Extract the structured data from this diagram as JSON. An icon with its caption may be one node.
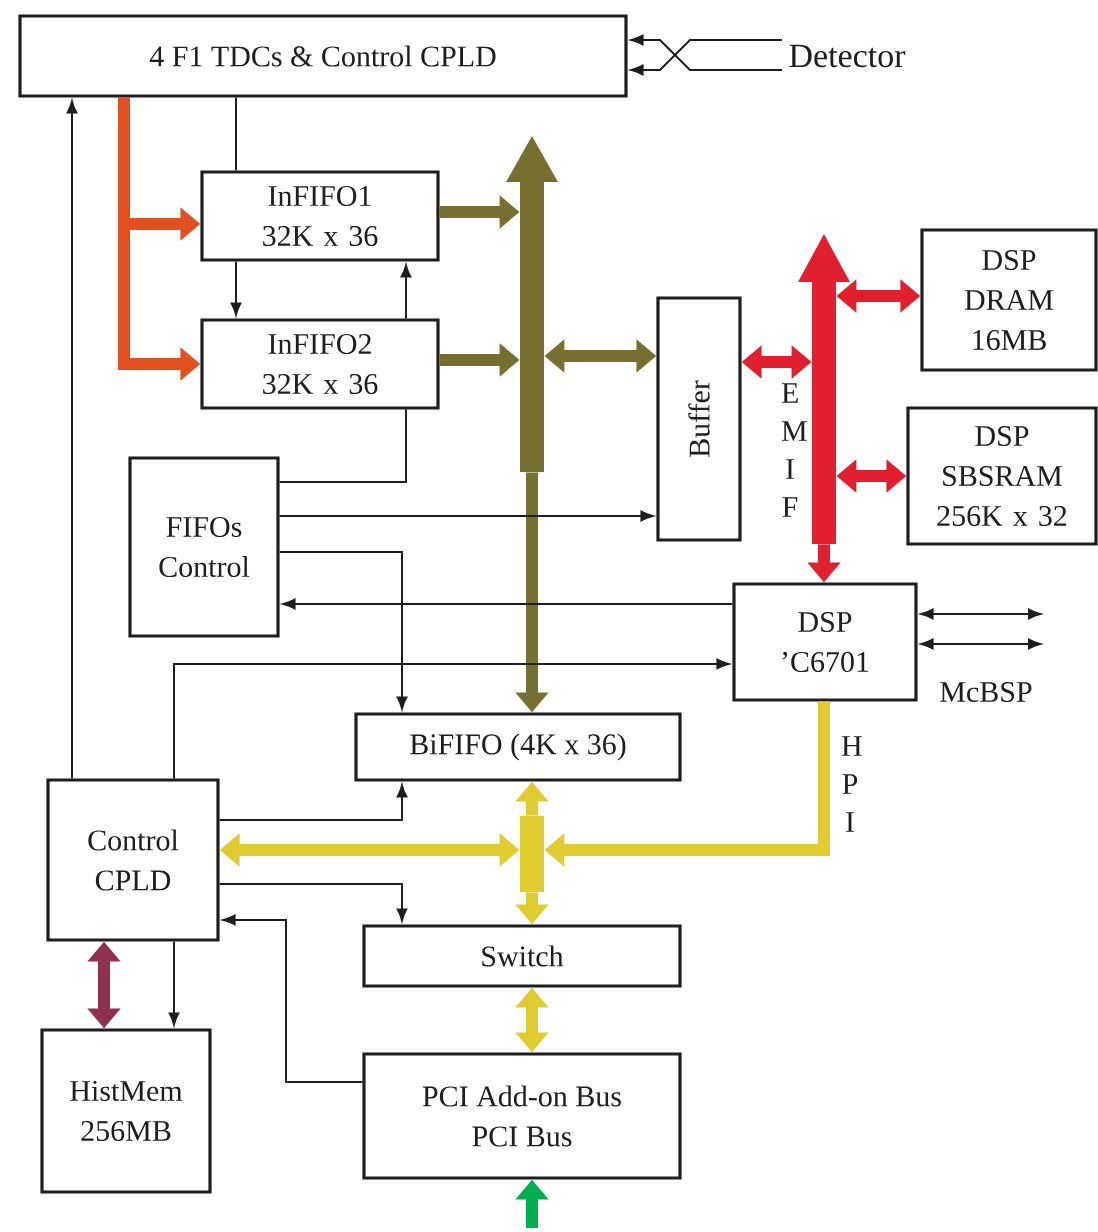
{
  "diagram": {
    "nodes": [
      {
        "text": [
          "4 F1 TDCs & Control CPLD"
        ]
      },
      {
        "text": [
          "Detector"
        ]
      },
      {
        "text": [
          "InFIFO1 32K x 36"
        ]
      },
      {
        "text": [
          "InFIFO2 32K x 36"
        ]
      },
      {
        "text": [
          "FIFOs Control"
        ]
      },
      {
        "text": [
          "Buffer"
        ]
      },
      {
        "text": [
          "DSP DRAM 16MB"
        ]
      },
      {
        "text": [
          "DSP SBSRAM 256K x 32"
        ]
      },
      {
        "text": [
          "DSP ’C6701"
        ]
      },
      {
        "text": [
          "BiFIFO (4K x 36)"
        ]
      },
      {
        "text": [
          "Control CPLD"
        ]
      },
      {
        "text": [
          "Switch"
        ]
      },
      {
        "text": [
          "HistMem 256MB"
        ]
      },
      {
        "text": [
          "PCI Add-on Bus",
          "PCI Bus"
        ]
      },
      {
        "text": [],
        "shape": "bar"
      },
      {
        "text": [],
        "shape": "bar",
        "beside": [
          "E M I F"
        ]
      },
      {
        "text": [],
        "shape": "bar"
      }
    ],
    "edges": [
      {
        "from": 1,
        "to": 0,
        "arrow": "to"
      },
      {
        "from": 1,
        "to": 0,
        "arrow": "to"
      },
      {
        "from": 0,
        "to": 2,
        "arrow": "to",
        "style": "thick",
        "color": "#e05020"
      },
      {
        "from": 0,
        "to": 3,
        "arrow": "to",
        "style": "thick",
        "color": "#e05020"
      },
      {
        "from": 0,
        "to": 2,
        "arrow": "none"
      },
      {
        "from": 2,
        "to": 3,
        "arrow": "to"
      },
      {
        "from": 3,
        "to": 2,
        "arrow": "to"
      },
      {
        "from": 2,
        "to": 14,
        "arrow": "to",
        "style": "thick",
        "color": "#767030"
      },
      {
        "from": 3,
        "to": 14,
        "arrow": "to",
        "style": "thick",
        "color": "#767030"
      },
      {
        "from": 14,
        "to": 5,
        "arrow": "both",
        "style": "thick",
        "color": "#767030"
      },
      {
        "from": 14,
        "to": 9,
        "arrow": "to",
        "style": "thick",
        "color": "#767030"
      },
      {
        "from": 3,
        "to": 4,
        "arrow": "none"
      },
      {
        "from": 4,
        "to": 5,
        "arrow": "to"
      },
      {
        "from": 4,
        "to": 9,
        "arrow": "to"
      },
      {
        "from": 8,
        "to": 4,
        "arrow": "to"
      },
      {
        "from": 10,
        "to": 8,
        "arrow": "to"
      },
      {
        "from": 10,
        "to": 0,
        "arrow": "to"
      },
      {
        "from": 5,
        "to": 15,
        "arrow": "both",
        "style": "thick",
        "color": "#e02030"
      },
      {
        "from": 15,
        "to": 6,
        "arrow": "both",
        "style": "thick",
        "color": "#e02030"
      },
      {
        "from": 15,
        "to": 7,
        "arrow": "both",
        "style": "thick",
        "color": "#e02030"
      },
      {
        "from": 15,
        "to": 8,
        "arrow": "to",
        "style": "thick",
        "color": "#e02030"
      },
      {
        "from": 8,
        "to": null,
        "arrow": "both"
      },
      {
        "from": 8,
        "to": null,
        "arrow": "both"
      },
      {
        "from": 10,
        "to": 9,
        "arrow": "to"
      },
      {
        "from": 10,
        "to": 16,
        "arrow": "both",
        "style": "thick",
        "color": "#e0cc30"
      },
      {
        "from": 16,
        "to": 9,
        "arrow": "to",
        "style": "thick",
        "color": "#e0cc30"
      },
      {
        "from": 16,
        "to": 11,
        "arrow": "to",
        "style": "thick",
        "color": "#e0cc30"
      },
      {
        "from": 8,
        "to": 16,
        "arrow": "to",
        "style": "thick",
        "color": "#e0cc30",
        "label": "H P I"
      },
      {
        "from": 10,
        "to": 11,
        "arrow": "to"
      },
      {
        "from": 13,
        "to": 10,
        "arrow": "to"
      },
      {
        "from": 10,
        "to": 12,
        "arrow": "to"
      },
      {
        "from": 10,
        "to": 12,
        "arrow": "both",
        "style": "thick",
        "color": "#903050"
      },
      {
        "from": 11,
        "to": 13,
        "arrow": "both",
        "style": "thick",
        "color": "#e0cc30"
      },
      {
        "from": null,
        "to": 13,
        "arrow": "to",
        "style": "thick",
        "color": "#00b050"
      }
    ],
    "labels": [
      "McBSP"
    ]
  }
}
